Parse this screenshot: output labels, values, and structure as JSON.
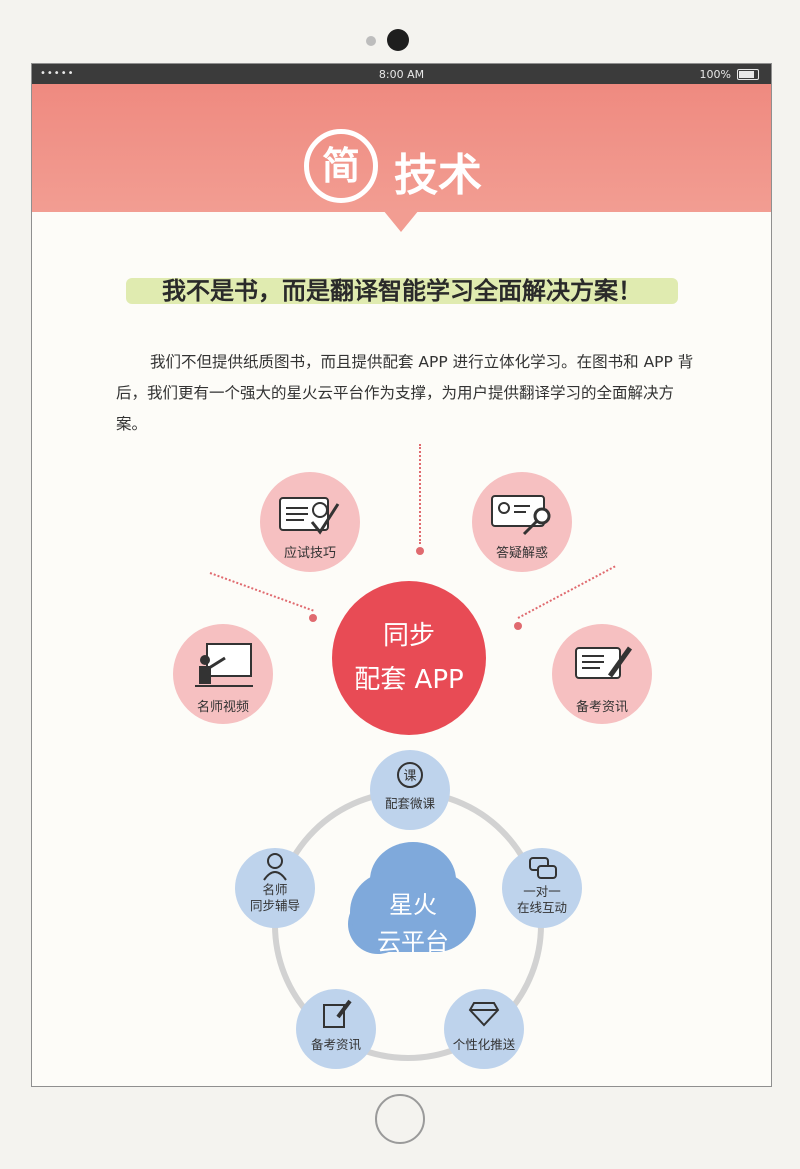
{
  "status_bar": {
    "signal": "•••••",
    "time": "8:00 AM",
    "battery": "100%"
  },
  "banner": {
    "badge_char": "简",
    "title": "技术"
  },
  "headline": "我不是书，而是翻译智能学习全面解决方案！",
  "intro": "我们不但提供纸质图书，而且提供配套 APP 进行立体化学习。在图书和 APP 背后，我们更有一个强大的星火云平台作为支撑，为用户提供翻译学习的全面解决方案。",
  "app_diagram": {
    "center_line1": "同步",
    "center_line2": "配套 APP",
    "nodes": [
      {
        "label": "应试技巧",
        "icon": "certificate-icon"
      },
      {
        "label": "答疑解惑",
        "icon": "key-card-icon"
      },
      {
        "label": "名师视频",
        "icon": "teacher-board-icon"
      },
      {
        "label": "备考资讯",
        "icon": "pencil-doc-icon"
      }
    ]
  },
  "cloud_diagram": {
    "center_line1": "星火",
    "center_line2": "云平台",
    "nodes": [
      {
        "label": "配套微课",
        "icon": "course-icon"
      },
      {
        "label_line1": "一对一",
        "label_line2": "在线互动",
        "icon": "chat-icon"
      },
      {
        "label": "个性化推送",
        "icon": "diamond-icon"
      },
      {
        "label": "备考资讯",
        "icon": "notes-icon"
      },
      {
        "label_line1": "名师",
        "label_line2": "同步辅导",
        "icon": "tutor-icon"
      }
    ]
  },
  "colors": {
    "banner": "#f29d92",
    "accent_red": "#e84b55",
    "pink_node": "#f6c0c1",
    "blue_node": "#bed3ec",
    "cloud": "#7fa9db"
  }
}
